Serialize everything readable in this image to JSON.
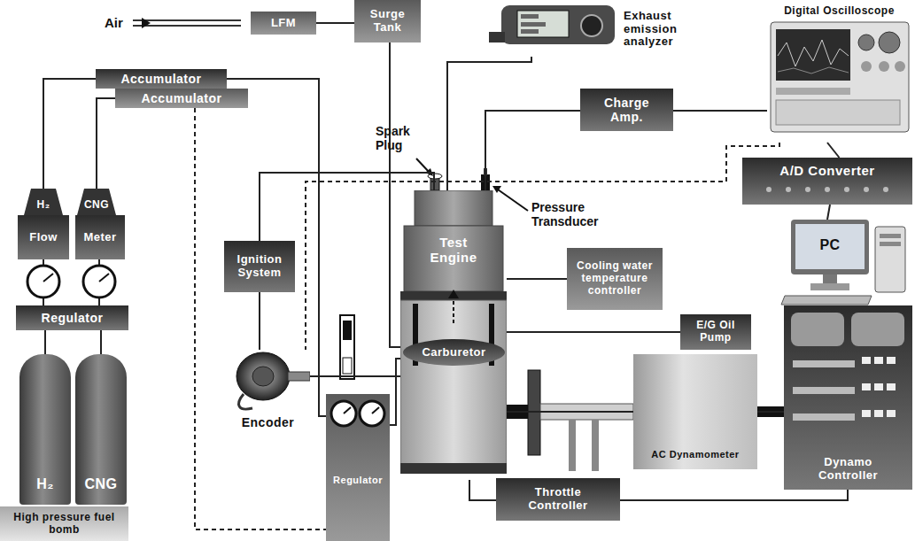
{
  "diagram": {
    "nodes": [
      {
        "text": [
          "LFM"
        ]
      },
      {
        "text": [
          "Surge Tank"
        ]
      },
      {
        "text": [
          "Exhaust emission analyzer"
        ]
      },
      {
        "text": [
          "Digital Oscilloscope"
        ]
      },
      {
        "text": [
          "Accumulator"
        ]
      },
      {
        "text": [
          "Accumulator"
        ]
      },
      {
        "text": [
          "H₂"
        ]
      },
      {
        "text": [
          "CNG"
        ]
      },
      {
        "text": [
          "Flow"
        ]
      },
      {
        "text": [
          "Meter"
        ]
      },
      {
        "text": [
          "Regulator"
        ]
      },
      {
        "text": [
          "H₂"
        ]
      },
      {
        "text": [
          "CNG"
        ]
      },
      {
        "text": [
          "High pressure fuel bomb"
        ]
      },
      {
        "text": [
          "Charge Amp."
        ]
      },
      {
        "text": [
          "A/D Converter"
        ]
      },
      {
        "text": [
          "PC"
        ]
      },
      {
        "text": [
          "Ignition System"
        ]
      },
      {
        "text": [
          "Test Engine"
        ]
      },
      {
        "text": [
          "Cooling water temperature controller"
        ]
      },
      {
        "text": [
          "E/G Oil Pump"
        ]
      },
      {
        "text": [
          "Carburetor"
        ],
        "in": 18
      },
      {
        "text": [
          "AC Dynamometer"
        ]
      },
      {
        "text": [
          "Dynamo Controller"
        ]
      },
      {
        "text": [
          "Regulator"
        ]
      },
      {
        "text": [
          "Throttle Controller"
        ]
      },
      {
        "text": [
          "Encoder"
        ]
      }
    ],
    "edges": [
      {
        "from": 0,
        "to": 1,
        "arrow": "none"
      },
      {
        "from": 1,
        "to": 21,
        "arrow": "none"
      },
      {
        "from": 18,
        "to": 2,
        "arrow": "none"
      },
      {
        "from": 18,
        "to": 14,
        "arrow": "none"
      },
      {
        "from": 14,
        "to": 3,
        "arrow": "none"
      },
      {
        "from": 3,
        "to": 15,
        "arrow": "none"
      },
      {
        "from": 15,
        "to": 16,
        "arrow": "none"
      },
      {
        "from": 3,
        "to": 26,
        "arrow": "none"
      },
      {
        "from": 17,
        "to": 26,
        "arrow": "none"
      },
      {
        "from": 17,
        "to": 18,
        "arrow": "none"
      },
      {
        "from": 26,
        "to": 18,
        "arrow": "none"
      },
      {
        "from": 19,
        "to": 18,
        "arrow": "none"
      },
      {
        "from": 20,
        "to": 18,
        "arrow": "none"
      },
      {
        "from": 18,
        "to": 22,
        "arrow": "none"
      },
      {
        "from": 22,
        "to": 23,
        "arrow": "none"
      },
      {
        "from": 23,
        "to": 25,
        "arrow": "none"
      },
      {
        "from": 25,
        "to": 18,
        "arrow": "none"
      },
      {
        "from": 4,
        "to": 24,
        "arrow": "none"
      },
      {
        "from": 5,
        "to": 24,
        "arrow": "none"
      },
      {
        "from": 6,
        "to": 4,
        "arrow": "none"
      },
      {
        "from": 7,
        "to": 5,
        "arrow": "none"
      },
      {
        "from": 24,
        "to": 21,
        "arrow": "none"
      },
      {
        "from": 11,
        "to": 10,
        "arrow": "none"
      },
      {
        "from": 12,
        "to": 10,
        "arrow": "none"
      },
      {
        "from": 10,
        "to": 8,
        "arrow": "none"
      },
      {
        "from": 10,
        "to": 9,
        "arrow": "none"
      }
    ],
    "labels": [
      "Air",
      "Spark Plug",
      "Pressure Transducer"
    ]
  }
}
